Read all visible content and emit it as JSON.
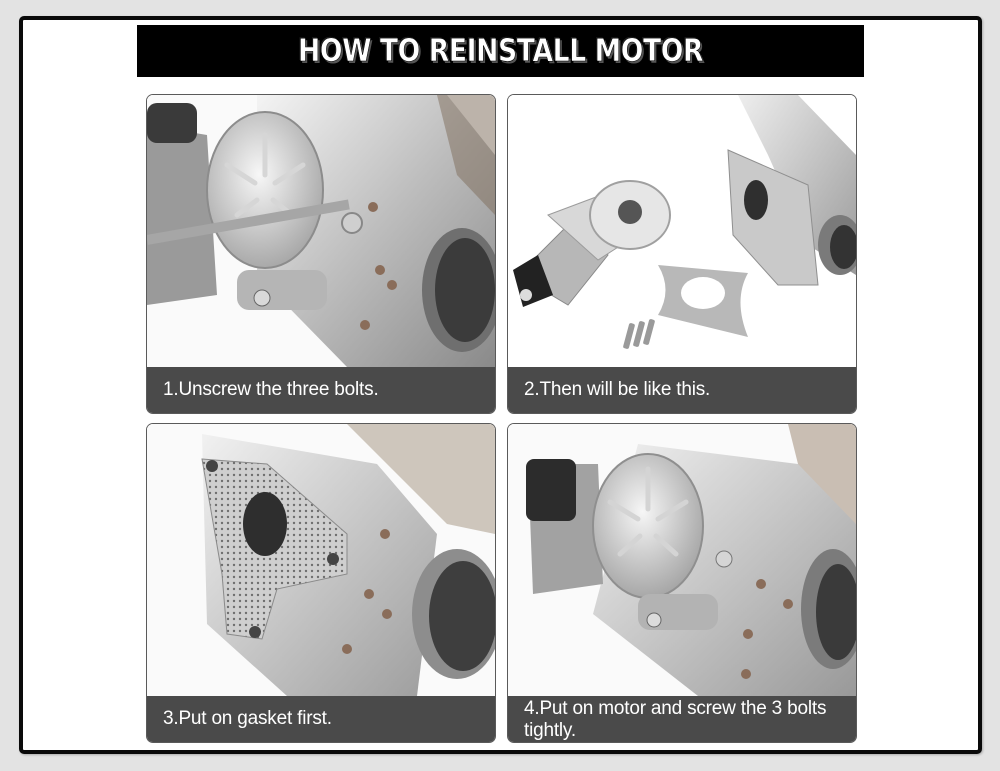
{
  "title": "HOW TO REINSTALL MOTOR",
  "colors": {
    "background": "#e3e3e3",
    "frame_border": "#0a0a0a",
    "banner": "#000000",
    "caption_bar": "#4a4a4a",
    "caption_text": "#ffffff"
  },
  "steps": [
    {
      "caption": "1.Unscrew the three bolts.",
      "image": "photo of screwdriver removing bolts from motor on exhaust cutout valve"
    },
    {
      "caption": "2.Then will be like this.",
      "image": "photo of detached motor, gasket, three bolts and valve housing"
    },
    {
      "caption": "3.Put on gasket first.",
      "image": "photo of gasket placed on valve housing flange"
    },
    {
      "caption": "4.Put on motor and screw the 3 bolts tightly.",
      "image": "photo of motor reinstalled on exhaust cutout valve"
    }
  ]
}
